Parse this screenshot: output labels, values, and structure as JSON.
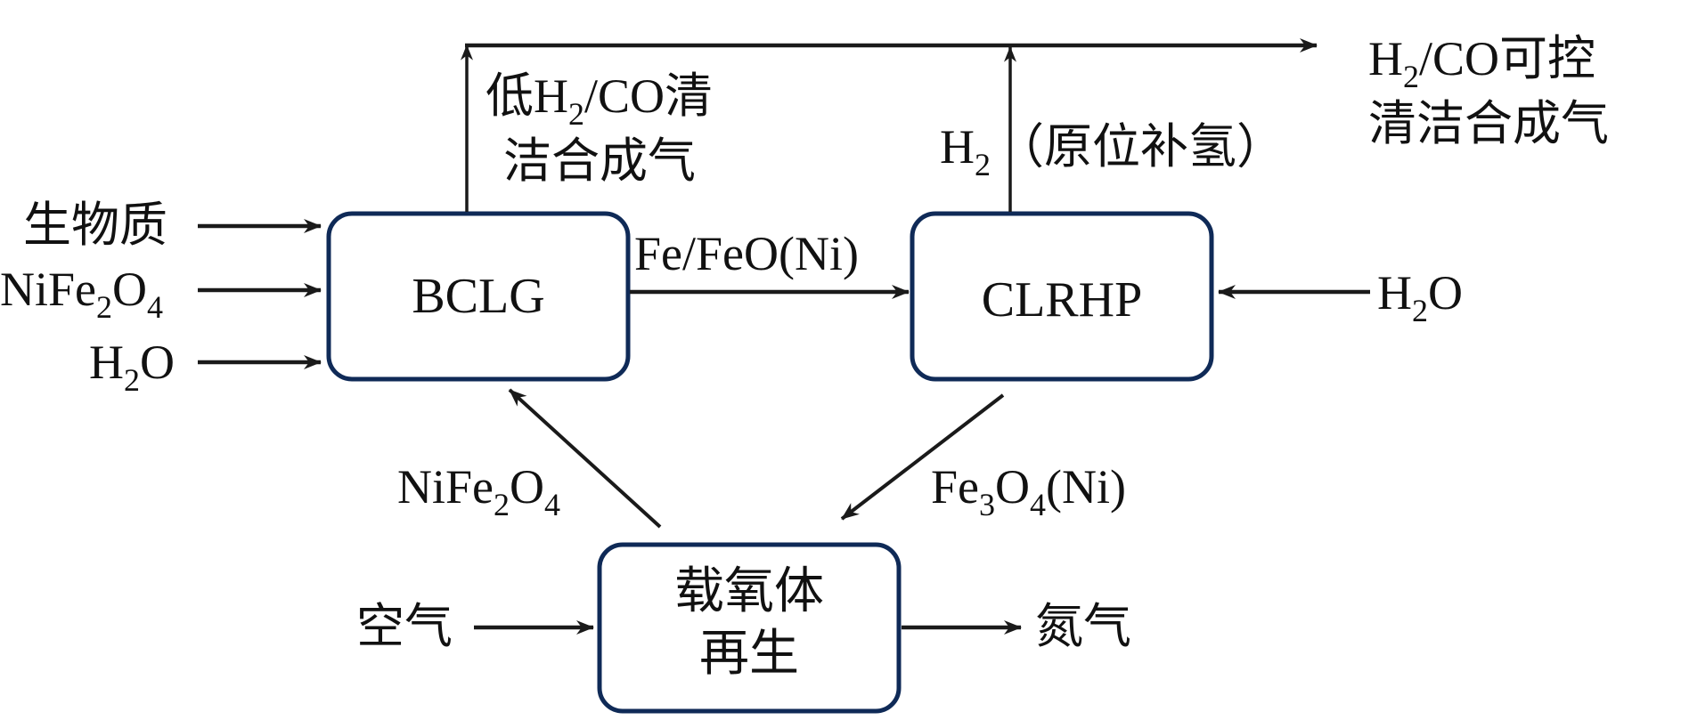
{
  "diagram": {
    "type": "process-flow",
    "colors": {
      "box_border": "#0f2a57",
      "arrow": "#1a1a1a",
      "text": "#111111"
    },
    "nodes": {
      "bclg": {
        "label": "BCLG"
      },
      "clrhp": {
        "label": "CLRHP"
      },
      "regen": {
        "label_line1": "载氧体",
        "label_line2": "再生"
      }
    },
    "inputs_bclg": {
      "biomass": "生物质",
      "nife2o4": {
        "main": "NiFe",
        "sub1": "2",
        "mid": "O",
        "sub2": "4"
      },
      "h2o": {
        "main": "H",
        "sub": "2",
        "tail": "O"
      }
    },
    "input_clrhp_h2o": {
      "main": "H",
      "sub": "2",
      "tail": "O"
    },
    "edge_bclg_clrhp": "Fe/FeO(Ni)",
    "edge_bclg_up": {
      "pre": "低H",
      "sub": "2",
      "post": "/CO清",
      "line2": "洁合成气"
    },
    "edge_clrhp_up": {
      "main": "H",
      "sub": "2",
      "post": "（原位补氢）"
    },
    "output": {
      "main": "H",
      "sub": "2",
      "post": "/CO可控",
      "line2": "清洁合成气"
    },
    "edge_regen_bclg": {
      "main": "NiFe",
      "sub1": "2",
      "mid": "O",
      "sub2": "4"
    },
    "edge_clrhp_regen": {
      "main": "Fe",
      "sub1": "3",
      "mid": "O",
      "sub2": "4",
      "post": "(Ni)"
    },
    "regen_input": "空气",
    "regen_output": "氮气"
  }
}
